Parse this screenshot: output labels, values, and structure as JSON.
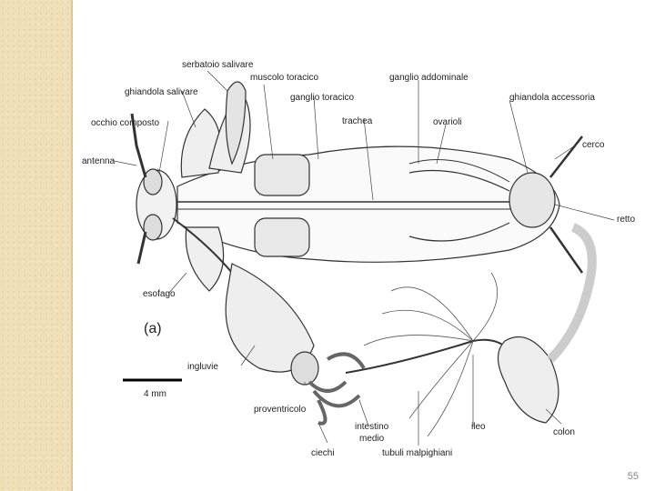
{
  "figure": {
    "panel_label": "(a)",
    "scale_bar_label": "4 mm",
    "labels": {
      "serbatoio_salivare": "serbatoio salivare",
      "muscolo_toracico": "muscolo toracico",
      "ghiandola_salivare": "ghiandola salivare",
      "ganglio_toracico": "ganglio toracico",
      "ganglio_addominale": "ganglio addominale",
      "ghiandola_accessoria": "ghiandola accessoria",
      "occhio_composto": "occhio composto",
      "trachea": "trachea",
      "ovarioli": "ovarioli",
      "cerco": "cerco",
      "antenna": "antenna",
      "retto": "retto",
      "esofago": "esofago",
      "ingluvie": "ingluvie",
      "proventricolo": "proventricolo",
      "intestino_medio_1": "intestino",
      "intestino_medio_2": "medio",
      "ileo": "ileo",
      "colon": "colon",
      "ciechi": "ciechi",
      "tubuli_malpighiani": "tubuli malpighiani"
    }
  },
  "page": {
    "number": "55"
  }
}
